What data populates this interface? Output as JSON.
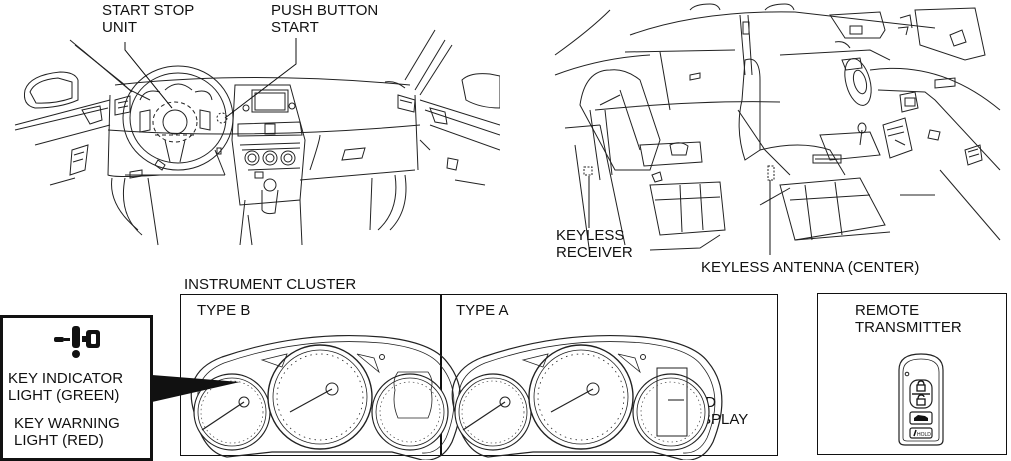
{
  "callouts": {
    "start_stop_unit": "START STOP\nUNIT",
    "push_button_start": "PUSH BUTTON\nSTART",
    "keyless_receiver": "KEYLESS\nRECEIVER",
    "keyless_antenna_center": "KEYLESS ANTENNA (CENTER)"
  },
  "instrument_cluster": {
    "title": "INSTRUMENT CLUSTER",
    "type_b_label": "TYPE B",
    "type_a_label": "TYPE A",
    "lcd_label": "LCD\nDISPLAY"
  },
  "key_light_box": {
    "icon": "key-warning-icon",
    "indicator_label": "KEY INDICATOR\nLIGHT (GREEN)",
    "warning_label": "KEY WARNING\nLIGHT (RED)"
  },
  "remote": {
    "title": "REMOTE\nTRANSMITTER",
    "buttons": [
      "lock",
      "unlock",
      "trunk",
      "HOLD"
    ]
  },
  "illustrations": {
    "dashboard": "dashboard-interior-illustration",
    "cabin": "cabin-interior-illustration"
  }
}
